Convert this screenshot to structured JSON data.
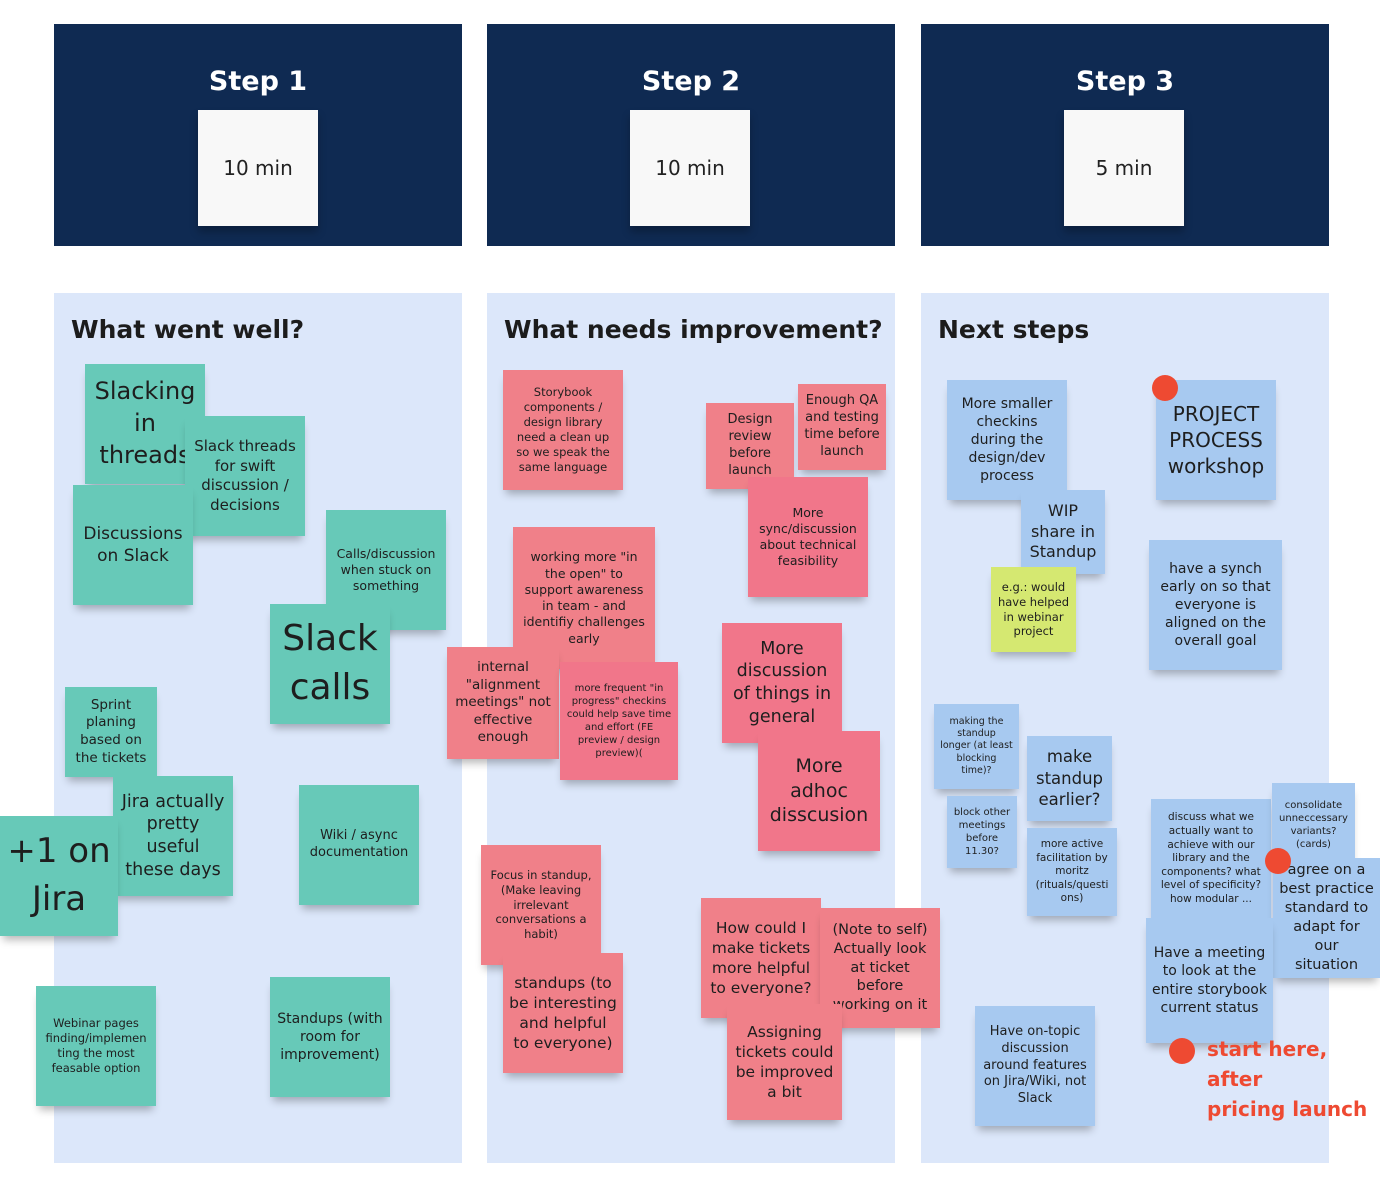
{
  "steps": [
    {
      "title": "Step 1",
      "timer": "10 min"
    },
    {
      "title": "Step 2",
      "timer": "10 min"
    },
    {
      "title": "Step 3",
      "timer": "5 min"
    }
  ],
  "columns": [
    {
      "title": "What went well?"
    },
    {
      "title": "What needs improvement?"
    },
    {
      "title": "Next steps"
    }
  ],
  "notes": {
    "well": [
      "Slacking\nin\nthreads",
      "Slack threads\nfor swift\ndiscussion /\ndecisions",
      "Discussions\non Slack",
      "Calls/discussion\nwhen stuck on\nsomething",
      "Slack\ncalls",
      "Sprint\nplaning\nbased on\nthe tickets",
      "Jira actually\npretty\nuseful\nthese days",
      "+1 on\nJira",
      "Wiki / async\ndocumentation",
      "Webinar pages\nfinding/implemen\nting the most\nfeasable option",
      "Standups (with\nroom for\nimprovement)"
    ],
    "improve": [
      "Storybook\ncomponents /\ndesign library\nneed a clean up\nso we speak the\nsame language",
      "Design\nreview\nbefore\nlaunch",
      "Enough QA\nand testing\ntime before\nlaunch",
      "More\nsync/discussion\nabout technical\nfeasibility",
      "working more \"in\nthe open\" to\nsupport awareness\nin team - and\nidentifiy challenges\nearly",
      "internal\n\"alignment\nmeetings\" not\neffective\nenough",
      "more frequent \"in\nprogress\" checkins\ncould help save time\nand effort (FE\npreview / design\npreview)(",
      "More\ndiscussion\nof things in\ngeneral",
      "More\nadhoc\ndisscusion",
      "Focus in standup,\n(Make leaving\nirrelevant\nconversations a\nhabit)",
      "standups (to\nbe interesting\nand helpful\nto everyone)",
      "How could I\nmake tickets\nmore helpful\nto everyone?",
      "(Note to self)\nActually look\nat ticket before\nworking on it",
      "Assigning\ntickets could\nbe improved\na bit"
    ],
    "next": [
      "More smaller\ncheckins\nduring the\ndesign/dev\nprocess",
      "PROJECT\nPROCESS\nworkshop",
      "WIP\nshare in\nStandup",
      "e.g.: would\nhave helped\nin webinar\nproject",
      "have a synch\nearly on so that\neveryone is\naligned on the\noverall goal",
      "making the\nstandup\nlonger (at least\nblocking time)?",
      "make\nstandup\nearlier?",
      "block other\nmeetings\nbefore\n11.30?",
      "more active\nfacilitation by\nmoritz\n(rituals/questi\nons)",
      "discuss what we\nactually want to\nachieve with our\nlibrary and the\ncomponents? what\nlevel of specificity?\nhow modular ...",
      "consolidate\nunneccessary\nvariants?\n(cards)",
      "agree on a\nbest practice\nstandard to\nadapt for our\nsituation",
      "Have a meeting\nto look at the\nentire storybook\ncurrent status",
      "Have on-topic\ndiscussion\naround features\non Jira/Wiki, not\nSlack"
    ]
  },
  "annotation": "start here, after\npricing launch",
  "colors": {
    "frame_dark": "#0f2a52",
    "frame_light": "#dce7fa",
    "note_teal": "#67c9b8",
    "note_red": "#f08089",
    "note_blue": "#a7c9f0",
    "note_lime": "#d5e871",
    "marker_red": "#ee4a32"
  }
}
